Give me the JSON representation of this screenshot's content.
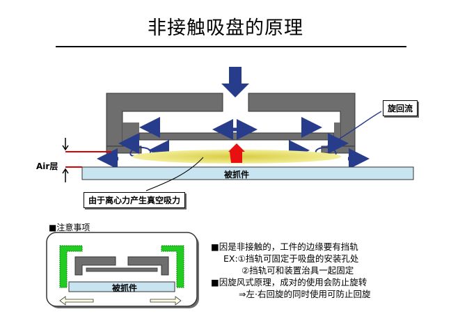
{
  "title": "非接触吸盘的原理",
  "labels": {
    "swirl": "旋回流",
    "air_layer": "Air层",
    "workpiece": "被抓件",
    "centrifugal": "由于离心力产生真空吸力"
  },
  "notes": {
    "heading": "■注意事项",
    "inset_workpiece": "被抓件",
    "lines": [
      "■因是非接触的，工件的边缘要有挡轨",
      "EX:①挡轨可固定于吸盘的安装孔处",
      "②挡轨可和装置治具一起固定",
      "■因旋风式原理，成对的使用会防止旋转",
      "⇒左·右回旋的同时使用可防止回旋"
    ]
  },
  "colors": {
    "body_gray": "#6e6e6e",
    "arrow_navy": "#283c8c",
    "workpiece_blue": "#c8e4f0",
    "air_red": "#e00000",
    "vacuum_red": "#e81010",
    "film_yellow": "#e8e070",
    "guide_green": "#22cc22"
  }
}
